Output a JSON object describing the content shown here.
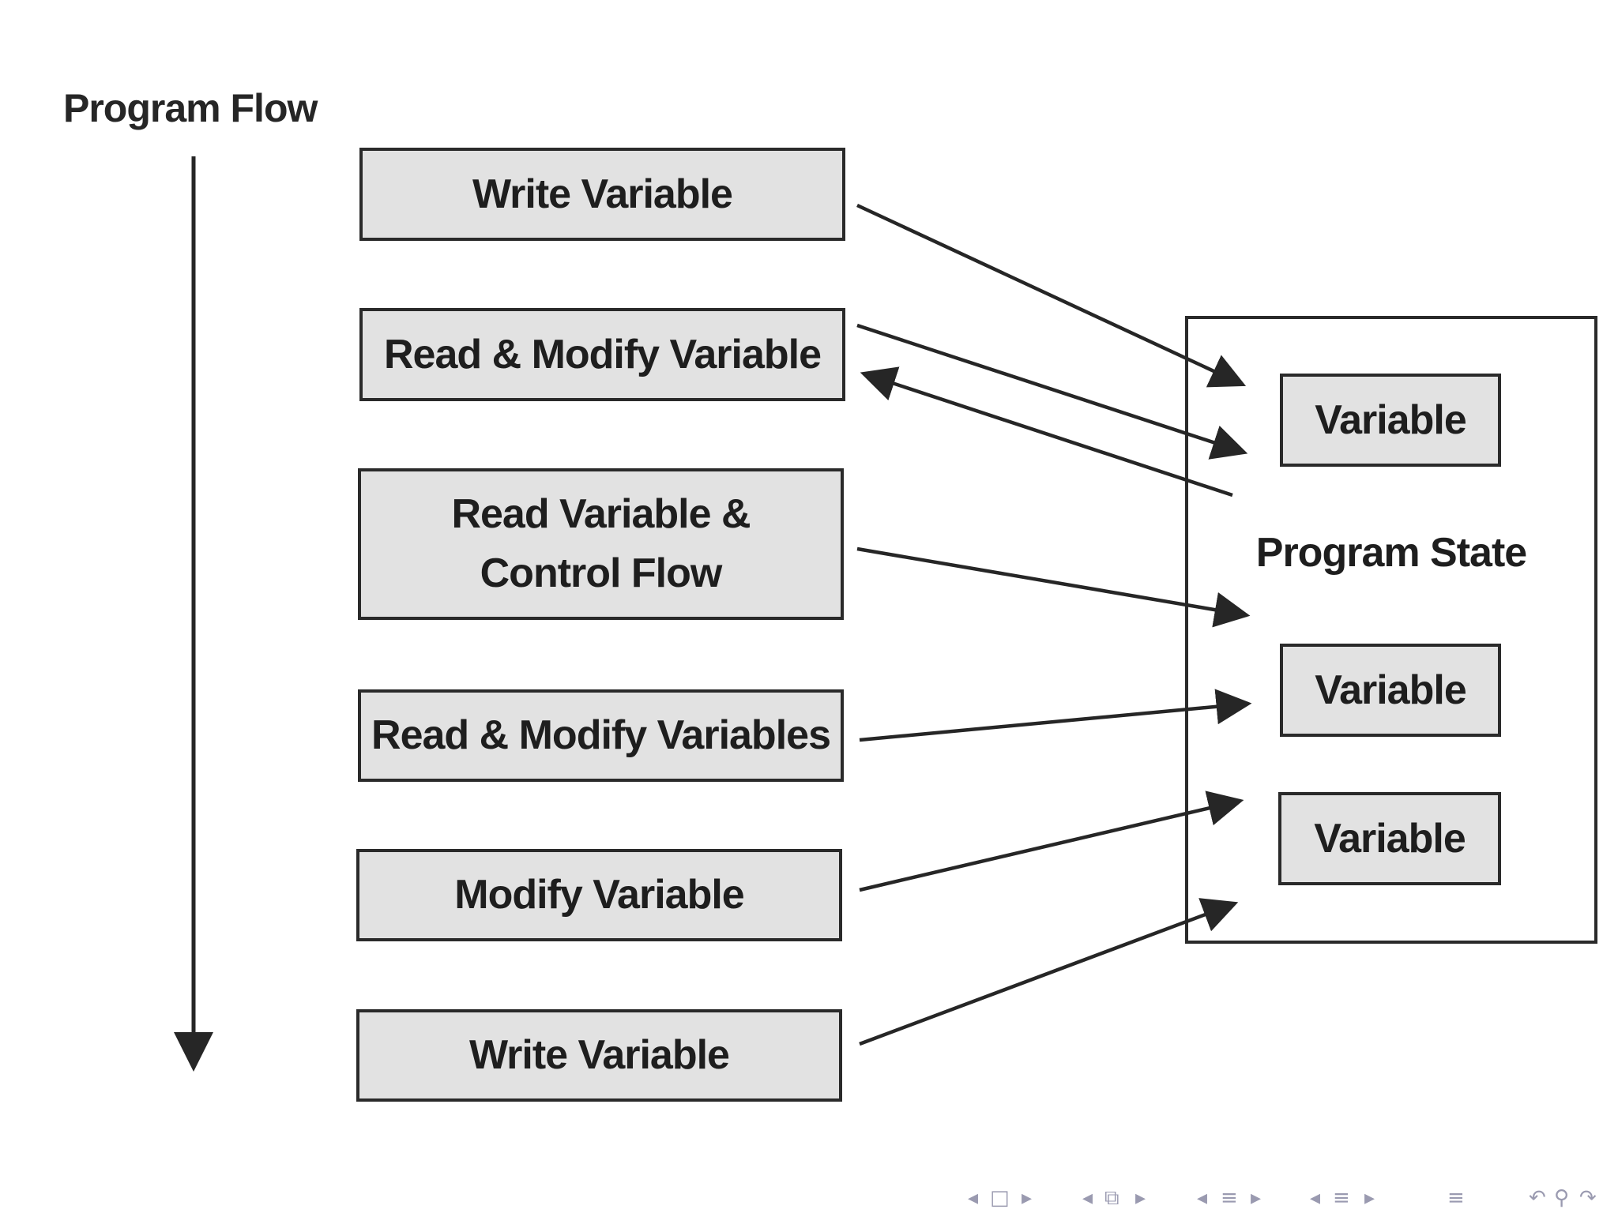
{
  "flow": {
    "title": "Program Flow"
  },
  "steps": [
    "Write Variable",
    "Read & Modify Variable",
    "Read Variable &\nControl Flow",
    "Read & Modify Variables",
    "Modify Variable",
    "Write Variable"
  ],
  "state": {
    "title": "Program State",
    "variables": [
      "Variable",
      "Variable",
      "Variable"
    ]
  },
  "nav": {
    "icons": [
      "nav-prev-frame-icon",
      "nav-frame-icon",
      "nav-next-frame-icon",
      "nav-prev-subsection-icon",
      "nav-subsection-icon",
      "nav-next-subsection-icon",
      "nav-prev-section-icon",
      "nav-section-icon",
      "nav-next-section-icon",
      "nav-prev-slide-icon",
      "nav-slide-icon",
      "nav-next-slide-icon",
      "nav-toc-icon",
      "nav-undo-icon",
      "nav-search-icon",
      "nav-redo-icon"
    ]
  }
}
